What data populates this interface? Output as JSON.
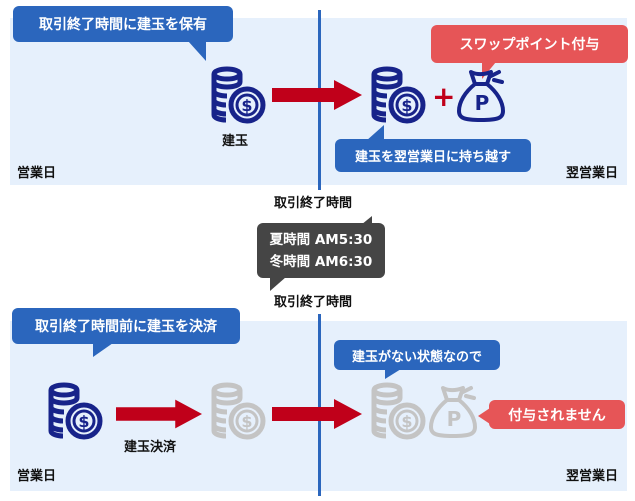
{
  "top": {
    "bubble_hold": "取引終了時間に建玉を保有",
    "bubble_swap": "スワップポイント付与",
    "position_label": "建玉",
    "bubble_carry": "建玉を翌営業日に持ち越す",
    "day_label": "営業日",
    "next_day_label": "翌営業日"
  },
  "middle": {
    "close_time_label_top": "取引終了時間",
    "summer_time": "夏時間 AM5:30",
    "winter_time": "冬時間 AM6:30",
    "close_time_label_bottom": "取引終了時間"
  },
  "bottom": {
    "bubble_settle": "取引終了時間前に建玉を決済",
    "settle_label": "建玉決済",
    "bubble_no_position": "建玉がない状態なので",
    "bubble_not_granted": "付与されません",
    "day_label": "営業日",
    "next_day_label": "翌営業日"
  },
  "colors": {
    "blue": "#2b66bd",
    "red": "#e65557",
    "navy": "#17238a",
    "arrow": "#c0001a",
    "gray": "#c4c4c4"
  }
}
